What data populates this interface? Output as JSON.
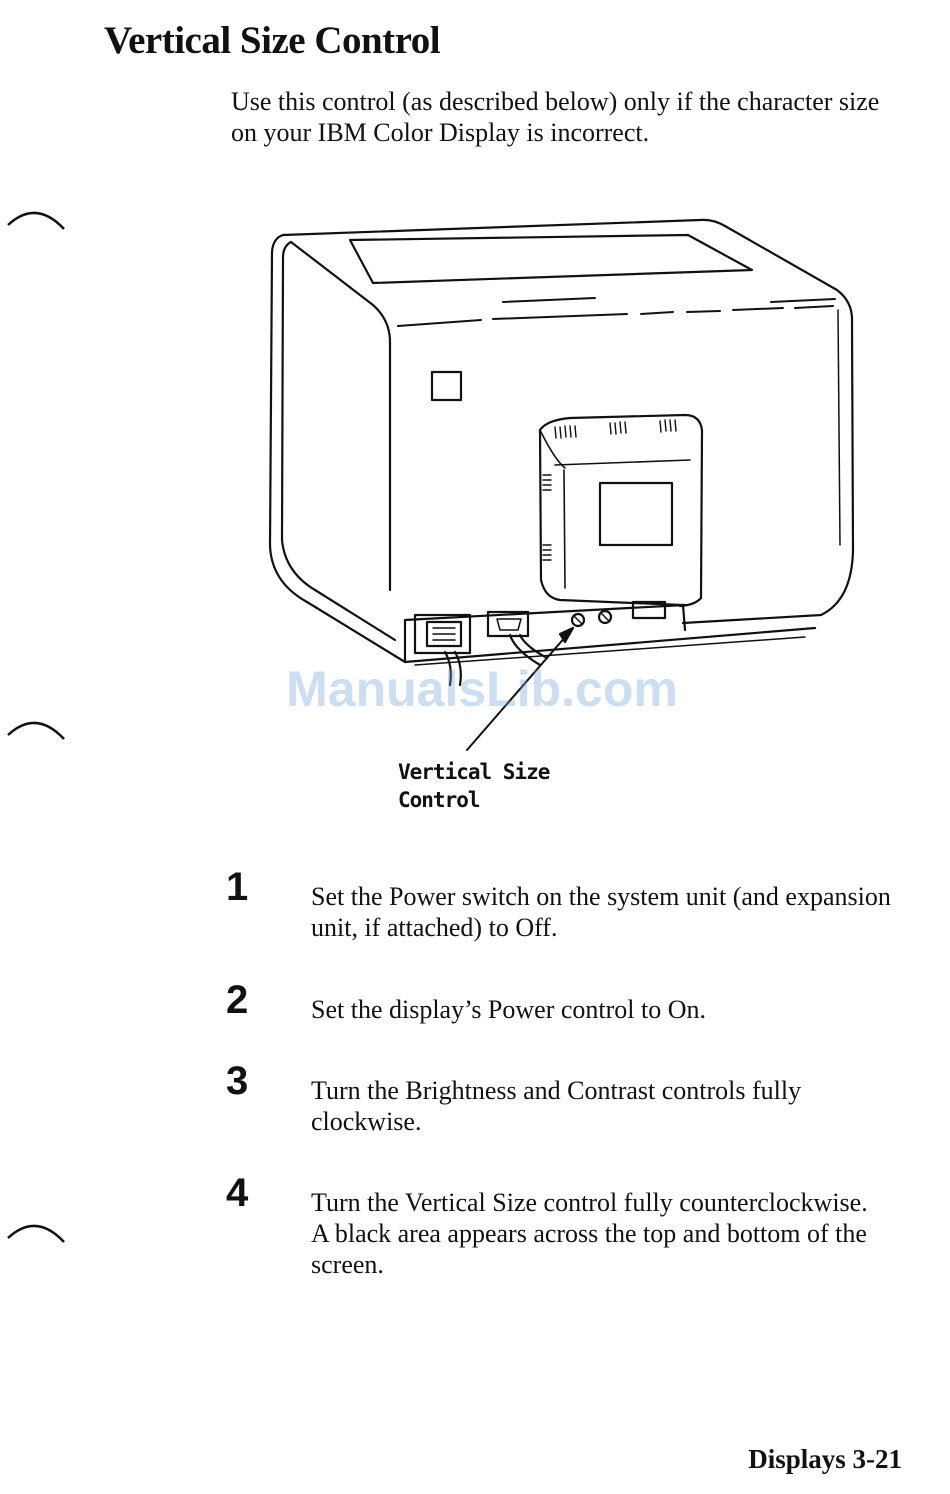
{
  "page": {
    "title": "Vertical Size Control",
    "intro": "Use this control (as described below) only if the character size on your IBM Color Display is incorrect.",
    "figure": {
      "callout_line1": "Vertical Size",
      "callout_line2": "Control",
      "icon": "monitor-rear-view-illustration"
    },
    "watermark": "ManualsLib.com",
    "steps": [
      {
        "number": "1",
        "text": "Set the Power switch on the system unit (and expansion unit, if attached) to Off."
      },
      {
        "number": "2",
        "text": "Set the display’s Power control to On."
      },
      {
        "number": "3",
        "text": "Turn the Brightness and Contrast controls fully clockwise."
      },
      {
        "number": "4",
        "text": "Turn the Vertical Size control fully counterclockwise.  A black area appears across the top and bottom of the screen."
      }
    ],
    "footer": "Displays  3-21"
  }
}
